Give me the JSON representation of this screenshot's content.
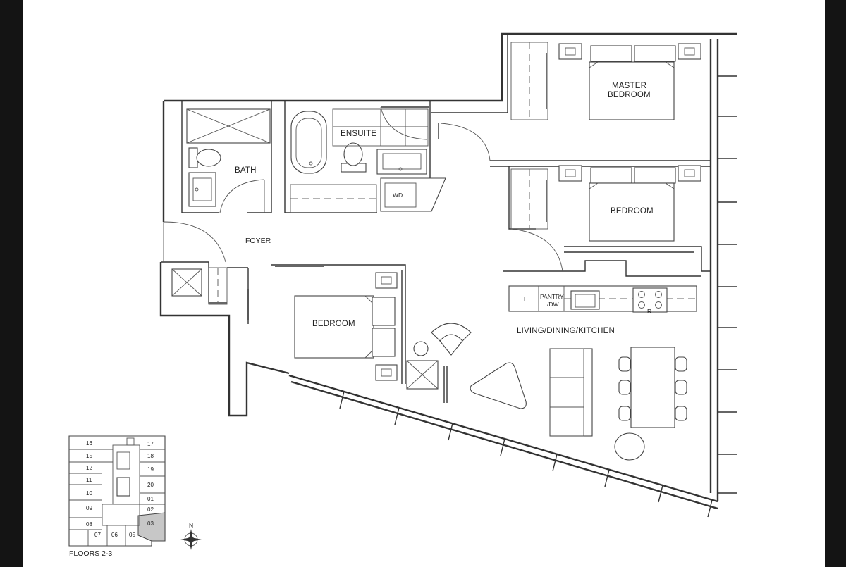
{
  "rooms": {
    "master_bedroom_line1": "MASTER",
    "master_bedroom_line2": "BEDROOM",
    "bedroom_east": "BEDROOM",
    "bedroom_west": "BEDROOM",
    "ensuite": "ENSUITE",
    "bath": "BATH",
    "foyer": "FOYER",
    "living": "LIVING/DINING/KITCHEN"
  },
  "fixtures": {
    "washer_dryer": "WD",
    "fridge": "F",
    "pantry_line1": "PANTRY",
    "pantry_line2": "/DW",
    "range": "R"
  },
  "keyplan": {
    "caption": "FLOORS 2-3",
    "units": [
      "16",
      "17",
      "15",
      "18",
      "12",
      "19",
      "11",
      "20",
      "10",
      "09",
      "01",
      "02",
      "08",
      "03",
      "07",
      "06",
      "05"
    ],
    "highlighted_unit": "03"
  },
  "compass": {
    "north": "N"
  }
}
